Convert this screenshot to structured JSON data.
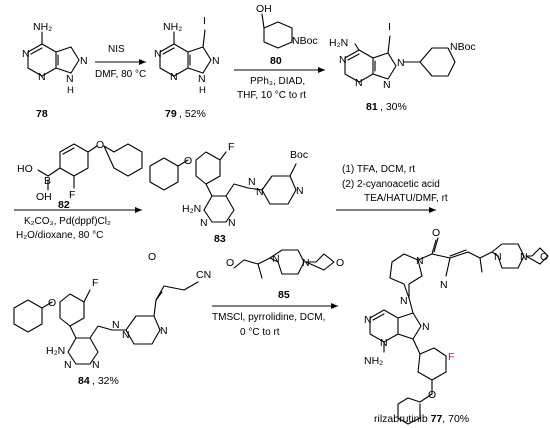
{
  "colors": {
    "ink": "#000000",
    "fluorine": "#e01010"
  },
  "atoms": {
    "nh2": "NH₂",
    "h2n": "H₂N",
    "n": "N",
    "nh": "N",
    "h": "H",
    "i": "I",
    "f": "F",
    "o": "O",
    "oh": "OH",
    "b": "B",
    "ho": "HO",
    "nboc": "NBoc",
    "boc": "Boc",
    "cn": "CN"
  },
  "compounds": {
    "c78": {
      "number": "78"
    },
    "c79": {
      "number": "79",
      "yield": ", 52%"
    },
    "c80": {
      "number": "80"
    },
    "c81": {
      "number": "81",
      "yield": ", 30%"
    },
    "c82": {
      "number": "82"
    },
    "c83": {
      "number": "83"
    },
    "c84": {
      "number": "84",
      "yield": ", 32%"
    },
    "c85": {
      "number": "85"
    },
    "c77": {
      "name": "rilzabrutinib ",
      "number": "77",
      "yield": ", 70%"
    }
  },
  "steps": {
    "s1": {
      "above": "NIS",
      "below": "DMF, 80 °C"
    },
    "s2": {
      "below_1": "PPh₃, DIAD,",
      "below_2": "THF, 10 °C to rt"
    },
    "s3": {
      "below_1": "K₂CO₃, Pd(dppf)Cl₂",
      "below_2": "H₂O/dioxane, 80 °C"
    },
    "s4": {
      "above_1": "(1) TFA, DCM, rt",
      "above_2": "(2) 2-cyanoacetic acid",
      "above_3": "TEA/HATU/DMF,  rt"
    },
    "s5": {
      "below_1": "TMSCl, pyrrolidine, DCM,",
      "below_2": "0 °C to rt"
    }
  }
}
